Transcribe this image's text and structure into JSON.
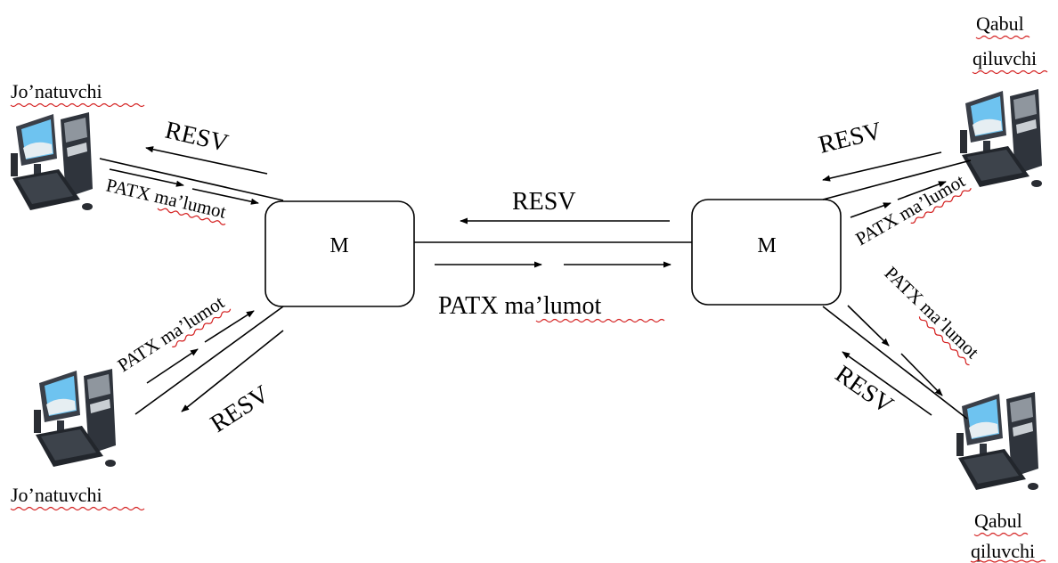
{
  "nodes": {
    "left_router": "M",
    "right_router": "M"
  },
  "computers": {
    "top_left": "Jo’natuvchi",
    "bottom_left": "Jo’natuvchi",
    "top_right": [
      "Qabul",
      "qiluvchi"
    ],
    "bottom_right": [
      "Qabul",
      "qiluvchi"
    ]
  },
  "labels": {
    "resv": "RESV",
    "center_data": "PATX ma’lumot",
    "patx": "PATX",
    "malumot": "ma’lumot"
  },
  "colors": {
    "line": "#000000",
    "spellcheck_underline": "#d42020",
    "background": "#ffffff"
  }
}
